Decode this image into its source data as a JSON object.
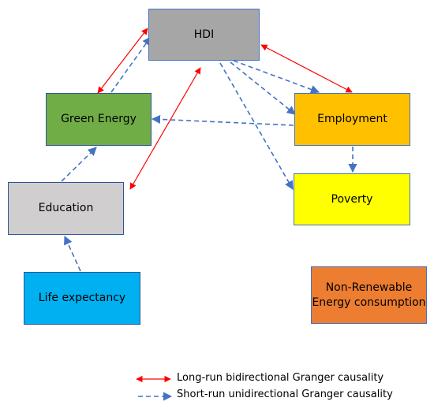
{
  "nodes": {
    "hdi": "HDI",
    "green_energy": "Green Energy",
    "employment": "Employment",
    "education": "Education",
    "poverty": "Poverty",
    "life_expectancy": "Life expectancy",
    "non_renewable": "Non-Renewable Energy consumption"
  },
  "legend": {
    "long_run": "Long-run bidirectional Granger causality",
    "short_run": "Short-run unidirectional Granger causality"
  },
  "colors": {
    "long_run": "#ff0000",
    "short_run": "#4472c4",
    "hdi": "#a6a6a6",
    "green_energy": "#70ad47",
    "employment": "#ffc000",
    "education": "#d0cece",
    "poverty": "#ffff00",
    "life_expectancy": "#00b0f0",
    "non_renewable": "#ed7d31"
  },
  "relations": [
    {
      "from": "hdi",
      "to": "green_energy",
      "type": "long-run bidirectional"
    },
    {
      "from": "green_energy",
      "to": "hdi",
      "type": "short-run unidirectional"
    },
    {
      "from": "hdi",
      "to": "employment",
      "type": "long-run bidirectional"
    },
    {
      "from": "hdi",
      "to": "employment",
      "type": "short-run unidirectional"
    },
    {
      "from": "hdi",
      "to": "education",
      "type": "long-run bidirectional"
    },
    {
      "from": "hdi",
      "to": "poverty",
      "type": "short-run unidirectional"
    },
    {
      "from": "employment",
      "to": "green_energy",
      "type": "short-run unidirectional"
    },
    {
      "from": "employment",
      "to": "poverty",
      "type": "short-run unidirectional"
    },
    {
      "from": "education",
      "to": "green_energy",
      "type": "short-run unidirectional"
    },
    {
      "from": "life_expectancy",
      "to": "education",
      "type": "short-run unidirectional"
    }
  ]
}
